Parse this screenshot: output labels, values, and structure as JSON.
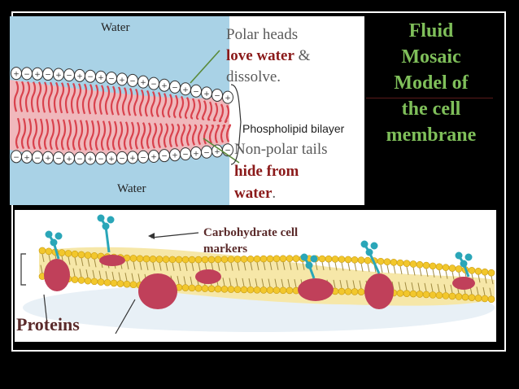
{
  "slide": {
    "title_lines": [
      "Fluid",
      "Mosaic",
      "Model of",
      "the cell",
      "membrane"
    ],
    "title_color": "#7fbf5a"
  },
  "top_diagram": {
    "water_top_label": "Water",
    "water_bottom_label": "Water",
    "bilayer_label": "Phospholipid bilayer",
    "polar_heads": {
      "line1": "Polar heads",
      "line2_bold": "love water",
      "line2_rest": " &",
      "line3": "dissolve."
    },
    "nonpolar_tails": {
      "line1": "Non-polar tails",
      "line2": "hide from",
      "line3_bold": "water",
      "line3_rest": "."
    },
    "head_signs": [
      "+",
      "−"
    ],
    "colors": {
      "water": "#a9d2e6",
      "tails": "#e87f86",
      "accent_text": "#8b1a1a",
      "text": "#5a5a5a"
    }
  },
  "bottom_diagram": {
    "carbohydrate_label_line1": "Carbohydrate cell",
    "carbohydrate_label_line2": "markers",
    "proteins_label": "Proteins",
    "colors": {
      "heads": "#f2c72c",
      "protein": "#c0405a",
      "carbohydrate": "#2aa6b8",
      "label": "#5a2a2a"
    }
  }
}
